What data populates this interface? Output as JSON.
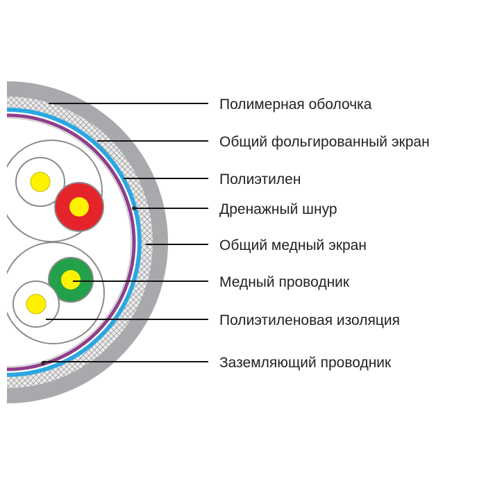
{
  "colors": {
    "outer_sheath": "#a7a9ac",
    "braid_fill": "#ececec",
    "braid_line": "#9b9b9b",
    "foil_shield": "#2aa7e1",
    "purple_layer": "#8e3f8a",
    "insulation_outline": "#8a8a8a",
    "core_yellow": "#fff200",
    "core_red": "#e5232b",
    "core_green": "#22a04a",
    "leader_line": "#111111"
  },
  "labels": [
    "Полимерная оболочка",
    "Общий фольгированный экран",
    "Полиэтилен",
    "Дренажный шнур",
    "Общий медный экран",
    "Медный проводник",
    "Полиэтиленовая изоляция",
    "Заземляющий проводник"
  ]
}
